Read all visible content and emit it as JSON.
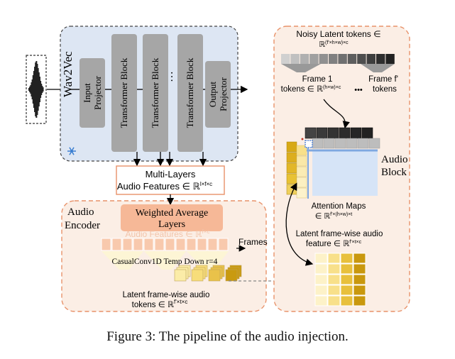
{
  "wav2vec": {
    "title": "Wav2Vec",
    "blocks": [
      "Input Projector",
      "Transformer Block",
      "Transformer Block",
      "…",
      "Transformer Block",
      "Output Projector"
    ]
  },
  "multi_layers": {
    "line1": "Multi-Layers",
    "line2": "Audio Features ∈ ℝ",
    "line2_sup": "l×f×c"
  },
  "audio_encoder": {
    "label_line1": "Audio",
    "label_line2": "Encoder",
    "weighted_line1": "Weighted Average",
    "weighted_line2": "Layers",
    "features_text": "Audio Features ∈ ℝ",
    "features_sup": "f×c",
    "frames_label": "Frames",
    "conv_label": "CasualConv1D Temp Down r=4",
    "tokens_line1": "Latent frame-wise audio",
    "tokens_line2": "tokens ∈ ℝ",
    "tokens_sup": "f'×t×c"
  },
  "right_panel": {
    "noisy_line1": "Noisy Latent tokens ∈",
    "noisy_line2": "ℝ",
    "noisy_sup": "(f'×h×w)×c",
    "frame1_line1": "Frame 1",
    "frame1_line2": "tokens ∈ ℝ",
    "frame1_sup": "(h×w)×c",
    "ellipsis": "•••",
    "framef_line1": "Frame f'",
    "framef_line2": "tokens",
    "audio_block_line1": "Audio",
    "audio_block_line2": "Block",
    "attention_line1": "Attention Maps",
    "attention_line2": "∈ ℝ",
    "attention_sup": "f'×(h×w)×t",
    "latent_line1": "Latent frame-wise audio",
    "latent_line2": "feature ∈ ℝ",
    "latent_sup": "f'×t×c"
  },
  "caption": "Figure 3: The pipeline of the audio injection."
}
